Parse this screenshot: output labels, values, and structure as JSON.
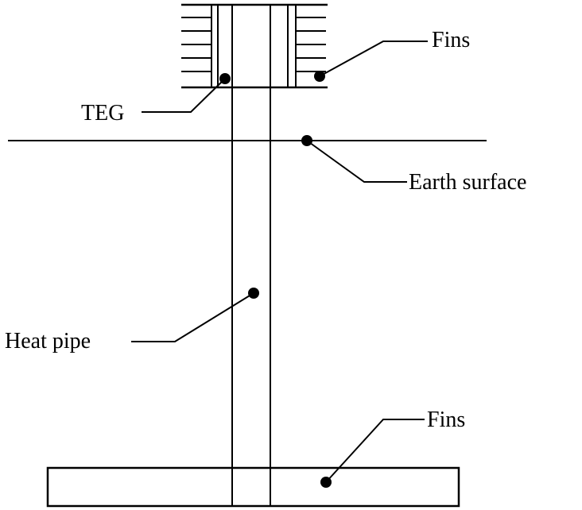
{
  "labels": {
    "fins_top": "Fins",
    "teg": "TEG",
    "earth_surface": "Earth surface",
    "heat_pipe": "Heat pipe",
    "fins_bottom": "Fins"
  },
  "colors": {
    "line": "#000000",
    "background": "#ffffff"
  }
}
